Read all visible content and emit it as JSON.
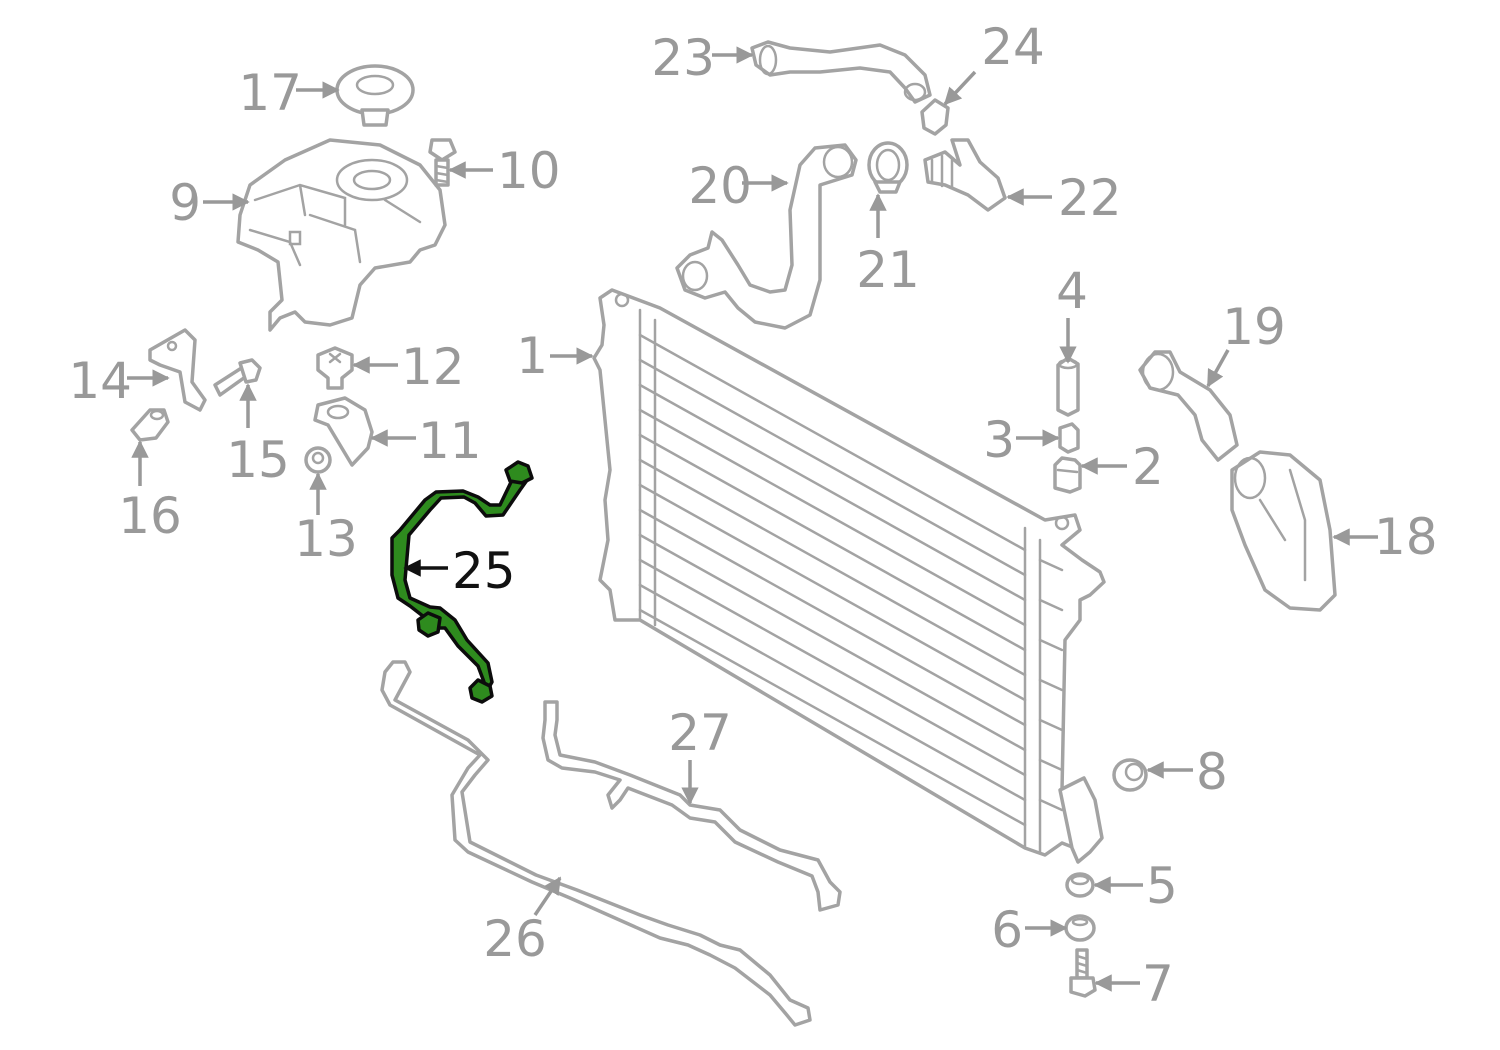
{
  "diagram": {
    "highlight_color": "#2e8b1e",
    "text_color": "#999999",
    "highlight_text_color": "#111111",
    "highlighted_part": "25",
    "labels": [
      {
        "id": "1",
        "text": "1"
      },
      {
        "id": "2",
        "text": "2"
      },
      {
        "id": "3",
        "text": "3"
      },
      {
        "id": "4",
        "text": "4"
      },
      {
        "id": "5",
        "text": "5"
      },
      {
        "id": "6",
        "text": "6"
      },
      {
        "id": "7",
        "text": "7"
      },
      {
        "id": "8",
        "text": "8"
      },
      {
        "id": "9",
        "text": "9"
      },
      {
        "id": "10",
        "text": "10"
      },
      {
        "id": "11",
        "text": "11"
      },
      {
        "id": "12",
        "text": "12"
      },
      {
        "id": "13",
        "text": "13"
      },
      {
        "id": "14",
        "text": "14"
      },
      {
        "id": "15",
        "text": "15"
      },
      {
        "id": "16",
        "text": "16"
      },
      {
        "id": "17",
        "text": "17"
      },
      {
        "id": "18",
        "text": "18"
      },
      {
        "id": "19",
        "text": "19"
      },
      {
        "id": "20",
        "text": "20"
      },
      {
        "id": "21",
        "text": "21"
      },
      {
        "id": "22",
        "text": "22"
      },
      {
        "id": "23",
        "text": "23"
      },
      {
        "id": "24",
        "text": "24"
      },
      {
        "id": "25",
        "text": "25"
      },
      {
        "id": "26",
        "text": "26"
      },
      {
        "id": "27",
        "text": "27"
      }
    ]
  }
}
